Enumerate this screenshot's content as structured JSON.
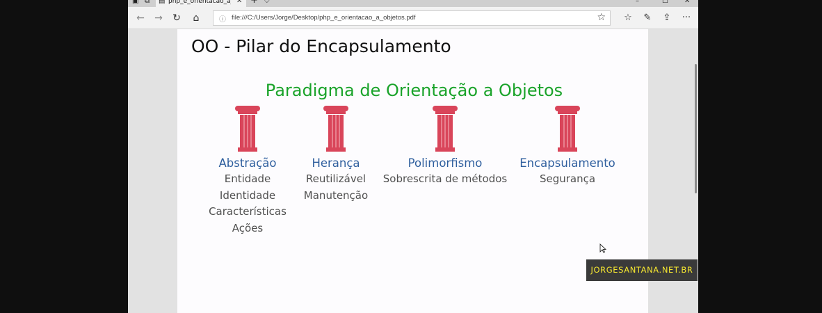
{
  "browser": {
    "tab": {
      "title": "php_e_orientacao_a_obj",
      "close_glyph": "✕"
    },
    "tabstrip_icons": [
      "tab-preview-icon",
      "set-aside-icon",
      "page-icon",
      "new-tab-icon",
      "chevron-down-icon"
    ],
    "new_tab_glyph": "+",
    "chevron_glyph": "⌵",
    "nav": {
      "back_glyph": "←",
      "forward_glyph": "→",
      "refresh_glyph": "↻",
      "home_glyph": "⌂"
    },
    "address": {
      "info_glyph": "ⓘ",
      "url": "file:///C:/Users/Jorge/Desktop/php_e_orientacao_a_objetos.pdf",
      "favorite_glyph": "☆"
    },
    "tools": {
      "favorites_glyph": "☆",
      "notes_glyph": "✎",
      "share_glyph": "⇪",
      "more_glyph": "···"
    },
    "window_controls": {
      "minimize": "–",
      "maximize": "☐",
      "close": "✕"
    }
  },
  "slide": {
    "title": "OO - Pilar do Encapsulamento",
    "subtitle": "Paradigma de Orientação a Objetos",
    "pillars": [
      {
        "name": "Abstração",
        "items": [
          "Entidade",
          "Identidade",
          "Características",
          "Ações"
        ]
      },
      {
        "name": "Herança",
        "items": [
          "Reutilizável",
          "Manutenção"
        ]
      },
      {
        "name": "Polimorfismo",
        "items": [
          "Sobrescrita de métodos"
        ]
      },
      {
        "name": "Encapsulamento",
        "items": [
          "Segurança"
        ]
      }
    ]
  },
  "watermark": "JORGESANTANA.NET.BR",
  "colors": {
    "pillar": "#d9455a",
    "subtitle": "#1aa32a",
    "pillar_name": "#2f5f9e",
    "watermark": "#f7e830"
  }
}
